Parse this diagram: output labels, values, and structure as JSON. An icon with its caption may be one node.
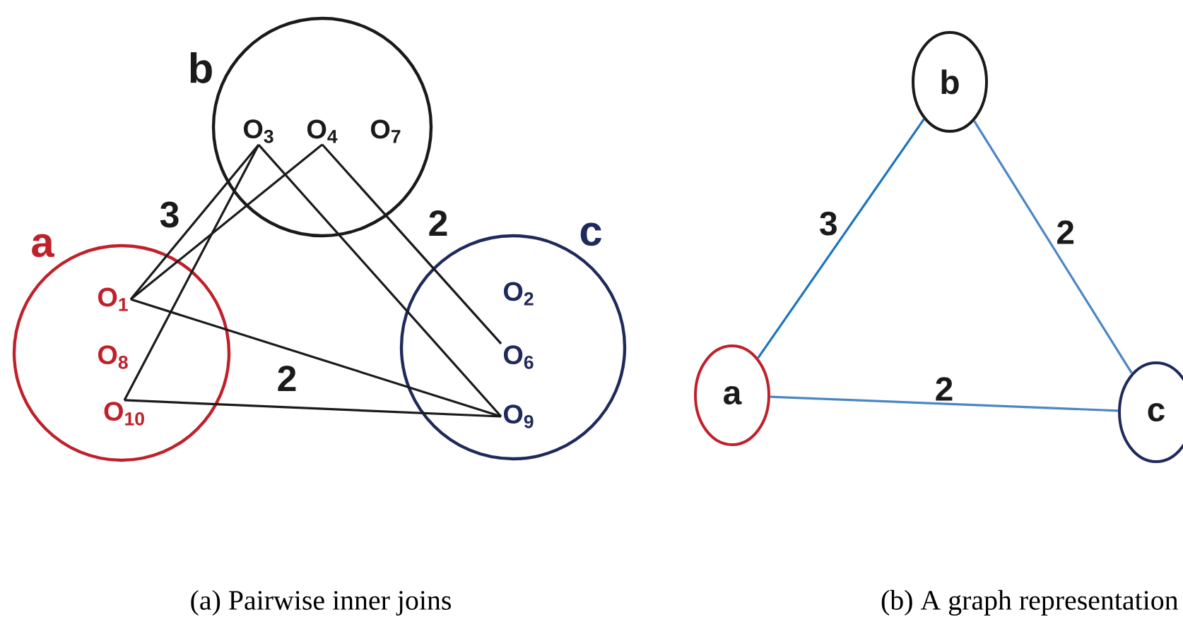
{
  "diagram": {
    "nodes": [
      {
        "text": [
          "a"
        ]
      },
      {
        "text": [
          "O$_{1}$"
        ],
        "in": 0
      },
      {
        "text": [
          "O$_{8}$"
        ],
        "in": 0
      },
      {
        "text": [
          "O$_{10}$"
        ],
        "in": 0
      },
      {
        "text": [
          "b"
        ]
      },
      {
        "text": [
          "O$_{3}$"
        ],
        "in": 4
      },
      {
        "text": [
          "O$_{4}$"
        ],
        "in": 4
      },
      {
        "text": [
          "O$_{7}$"
        ],
        "in": 4
      },
      {
        "text": [
          "c"
        ]
      },
      {
        "text": [
          "O$_{2}$"
        ],
        "in": 8
      },
      {
        "text": [
          "O$_{6}$"
        ],
        "in": 8
      },
      {
        "text": [
          "O$_{9}$"
        ],
        "in": 8
      },
      {
        "text": [
          "b"
        ]
      },
      {
        "text": [
          "a"
        ]
      },
      {
        "text": [
          "c"
        ]
      }
    ],
    "edges": [
      {
        "from": 5,
        "to": 1,
        "arrow": "none"
      },
      {
        "from": 5,
        "to": 3,
        "arrow": "none"
      },
      {
        "from": 5,
        "to": 11,
        "arrow": "none"
      },
      {
        "from": 6,
        "to": 1,
        "arrow": "none"
      },
      {
        "from": 6,
        "to": 10,
        "arrow": "none"
      },
      {
        "from": 1,
        "to": 11,
        "arrow": "none"
      },
      {
        "from": 3,
        "to": 11,
        "arrow": "none"
      },
      {
        "from": 13,
        "to": 12,
        "arrow": "none",
        "label": "3",
        "color": "#1c74bd"
      },
      {
        "from": 12,
        "to": 14,
        "arrow": "none",
        "label": "2",
        "color": "#4a86c5"
      },
      {
        "from": 13,
        "to": 14,
        "arrow": "none",
        "label": "2",
        "color": "#4a86c5"
      }
    ],
    "labels": [
      "3",
      "2",
      "2",
      "(a) Pairwise inner joins",
      "(b) A graph representation"
    ]
  }
}
